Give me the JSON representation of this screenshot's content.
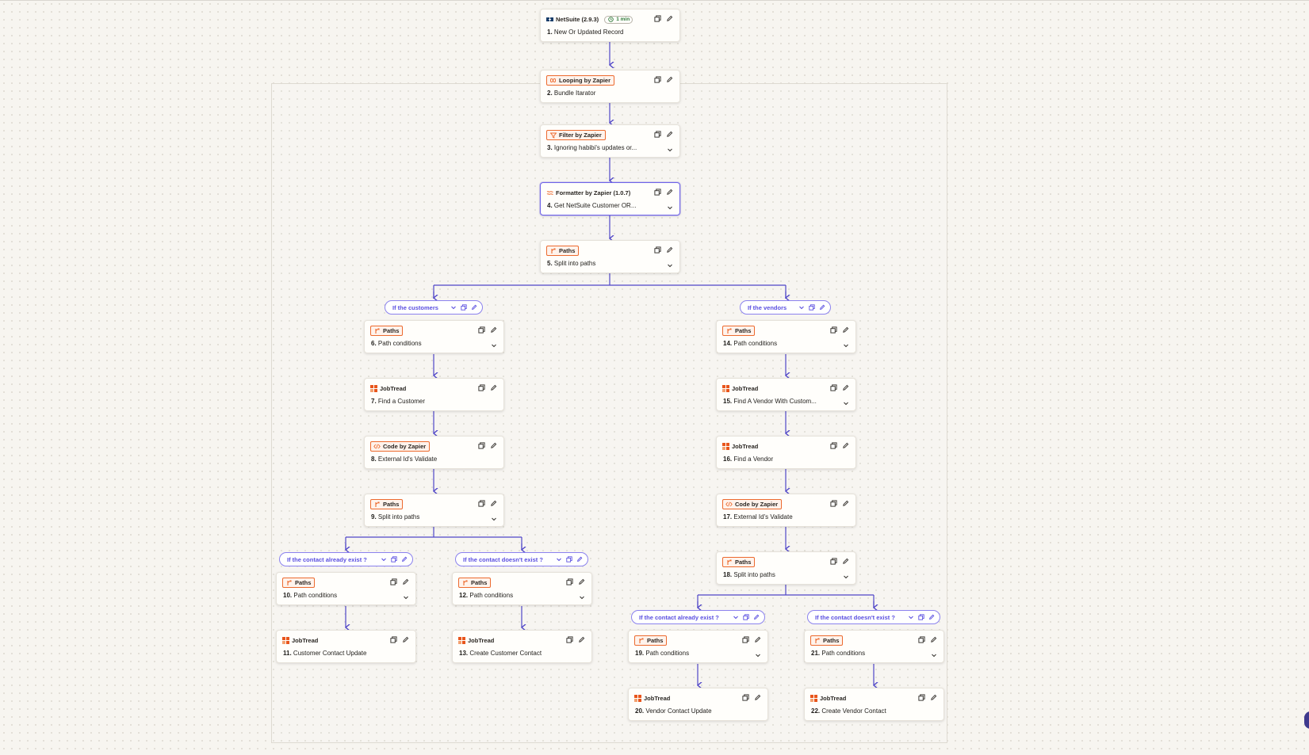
{
  "colors": {
    "accent": "#5a4fe0",
    "connector": "#5046c8",
    "brand_orange": "#ec6a2e",
    "canvas": "#f7f5f0"
  },
  "trigger": {
    "app": "NetSuite (2.9.3)",
    "icon": "netsuite-icon",
    "interval": "1 min",
    "title_num": "1.",
    "title": "New Or Updated Record"
  },
  "steps": [
    {
      "id": "s2",
      "app": "Looping by Zapier",
      "icon": "loop-icon",
      "num": "2.",
      "title": "Bundle Itarator",
      "chevron": false,
      "tagged": true
    },
    {
      "id": "s3",
      "app": "Filter by Zapier",
      "icon": "filter-icon",
      "num": "3.",
      "title": "Ignoring habibi's updates or...",
      "chevron": true,
      "tagged": true
    },
    {
      "id": "s4",
      "app": "Formatter by Zapier (1.0.7)",
      "icon": "formatter-icon",
      "num": "4.",
      "title": "Get NetSuite Customer OR...",
      "chevron": true,
      "tagged": false
    },
    {
      "id": "s5",
      "app": "Paths",
      "icon": "paths-icon",
      "num": "5.",
      "title": "Split into paths",
      "chevron": true,
      "tagged": true
    },
    {
      "id": "s6",
      "app": "Paths",
      "icon": "paths-icon",
      "num": "6.",
      "title": "Path conditions",
      "chevron": true,
      "tagged": true
    },
    {
      "id": "s7",
      "app": "JobTread",
      "icon": "jobtread-icon",
      "num": "7.",
      "title": "Find a Customer",
      "chevron": false,
      "tagged": false
    },
    {
      "id": "s8",
      "app": "Code by Zapier",
      "icon": "code-icon",
      "num": "8.",
      "title": "External Id's Validate",
      "chevron": false,
      "tagged": true
    },
    {
      "id": "s9",
      "app": "Paths",
      "icon": "paths-icon",
      "num": "9.",
      "title": "Split into paths",
      "chevron": true,
      "tagged": true
    },
    {
      "id": "s10",
      "app": "Paths",
      "icon": "paths-icon",
      "num": "10.",
      "title": "Path conditions",
      "chevron": true,
      "tagged": true
    },
    {
      "id": "s11",
      "app": "JobTread",
      "icon": "jobtread-icon",
      "num": "11.",
      "title": "Customer Contact Update",
      "chevron": false,
      "tagged": false
    },
    {
      "id": "s12",
      "app": "Paths",
      "icon": "paths-icon",
      "num": "12.",
      "title": "Path conditions",
      "chevron": true,
      "tagged": true
    },
    {
      "id": "s13",
      "app": "JobTread",
      "icon": "jobtread-icon",
      "num": "13.",
      "title": "Create Customer Contact",
      "chevron": false,
      "tagged": false
    },
    {
      "id": "s14",
      "app": "Paths",
      "icon": "paths-icon",
      "num": "14.",
      "title": "Path conditions",
      "chevron": true,
      "tagged": true
    },
    {
      "id": "s15",
      "app": "JobTread",
      "icon": "jobtread-icon",
      "num": "15.",
      "title": "Find A Vendor With Custom...",
      "chevron": true,
      "tagged": false
    },
    {
      "id": "s16",
      "app": "JobTread",
      "icon": "jobtread-icon",
      "num": "16.",
      "title": "Find a Vendor",
      "chevron": false,
      "tagged": false
    },
    {
      "id": "s17",
      "app": "Code by Zapier",
      "icon": "code-icon",
      "num": "17.",
      "title": "External Id's Validate",
      "chevron": false,
      "tagged": true
    },
    {
      "id": "s18",
      "app": "Paths",
      "icon": "paths-icon",
      "num": "18.",
      "title": "Split into paths",
      "chevron": true,
      "tagged": true
    },
    {
      "id": "s19",
      "app": "Paths",
      "icon": "paths-icon",
      "num": "19.",
      "title": "Path conditions",
      "chevron": true,
      "tagged": true
    },
    {
      "id": "s20",
      "app": "JobTread",
      "icon": "jobtread-icon",
      "num": "20.",
      "title": "Vendor Contact Update",
      "chevron": false,
      "tagged": false
    },
    {
      "id": "s21",
      "app": "Paths",
      "icon": "paths-icon",
      "num": "21.",
      "title": "Path conditions",
      "chevron": true,
      "tagged": true
    },
    {
      "id": "s22",
      "app": "JobTread",
      "icon": "jobtread-icon",
      "num": "22.",
      "title": "Create Vendor Contact",
      "chevron": false,
      "tagged": false
    }
  ],
  "paths": [
    {
      "id": "p_customers",
      "label": "If the customers"
    },
    {
      "id": "p_vendors",
      "label": "If the vendors"
    },
    {
      "id": "p_c_exist",
      "label": "If the contact already exist ?"
    },
    {
      "id": "p_c_notexist",
      "label": "If the contact doesn't exist ?"
    },
    {
      "id": "p_v_exist",
      "label": "If the contact already exist ?"
    },
    {
      "id": "p_v_notexist",
      "label": "If the contact doesn't exist ?"
    }
  ]
}
